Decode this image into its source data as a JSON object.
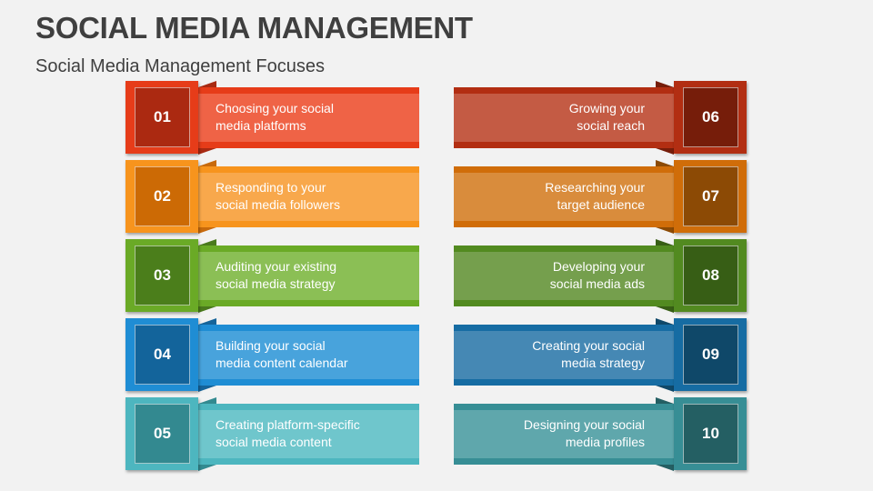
{
  "header": {
    "title": "SOCIAL MEDIA MANAGEMENT",
    "subtitle": "Social Media Management Focuses"
  },
  "items": [
    {
      "number": "01",
      "line1": "Choosing your social",
      "line2": "media platforms",
      "colors": {
        "box": "#e63c19",
        "inner": "#ab2911",
        "ribbon": "#ef6346",
        "band": "#e63c19",
        "fold": "#a82a12"
      }
    },
    {
      "number": "02",
      "line1": "Responding to your",
      "line2": "social media followers",
      "colors": {
        "box": "#f7941d",
        "inner": "#cc6a05",
        "ribbon": "#f8a84c",
        "band": "#f7941d",
        "fold": "#c86a0c"
      }
    },
    {
      "number": "03",
      "line1": "Auditing your existing",
      "line2": "social media strategy",
      "colors": {
        "box": "#6aaa26",
        "inner": "#4b7e1b",
        "ribbon": "#8bbf55",
        "band": "#6aaa26",
        "fold": "#4a7a1d"
      }
    },
    {
      "number": "04",
      "line1": "Building your social",
      "line2": "media content calendar",
      "colors": {
        "box": "#1f8dd4",
        "inner": "#13649b",
        "ribbon": "#48a3dc",
        "band": "#1f8dd4",
        "fold": "#15649a"
      }
    },
    {
      "number": "05",
      "line1": "Creating platform-specific",
      "line2": "social media content",
      "colors": {
        "box": "#4db6bf",
        "inner": "#338990",
        "ribbon": "#6fc6cc",
        "band": "#4db6bf",
        "fold": "#338a90"
      }
    },
    {
      "number": "06",
      "line1": "Growing your",
      "line2": "social reach",
      "colors": {
        "box": "#b22e12",
        "inner": "#761d0a",
        "ribbon": "#c45b44",
        "band": "#b22e12",
        "fold": "#761d0a"
      }
    },
    {
      "number": "07",
      "line1": "Researching your",
      "line2": "target audience",
      "colors": {
        "box": "#d06d09",
        "inner": "#8c4a05",
        "ribbon": "#d98c3c",
        "band": "#d06d09",
        "fold": "#8c4a05"
      }
    },
    {
      "number": "08",
      "line1": "Developing your",
      "line2": "social media ads",
      "colors": {
        "box": "#528a20",
        "inner": "#375e15",
        "ribbon": "#759f4d",
        "band": "#528a20",
        "fold": "#375e15"
      }
    },
    {
      "number": "09",
      "line1": "Creating your social",
      "line2": "media strategy",
      "colors": {
        "box": "#166ca3",
        "inner": "#0f4869",
        "ribbon": "#4588b4",
        "band": "#166ca3",
        "fold": "#0f4869"
      }
    },
    {
      "number": "10",
      "line1": "Designing your social",
      "line2": "media profiles",
      "colors": {
        "box": "#378e95",
        "inner": "#245f63",
        "ribbon": "#5fa7ac",
        "band": "#378e95",
        "fold": "#245f63"
      }
    }
  ]
}
